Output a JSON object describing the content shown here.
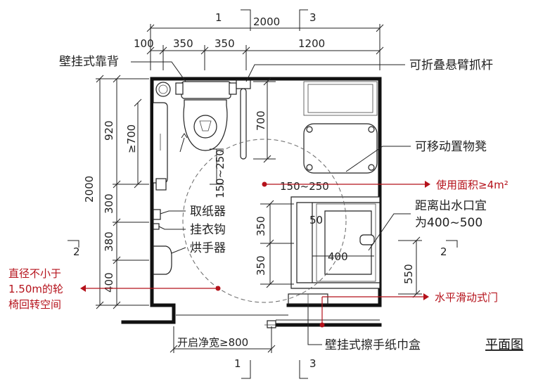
{
  "title": "平面图",
  "sections": {
    "s1": "1",
    "s2": "2",
    "s3": "3"
  },
  "dims_top": {
    "overall": "2000",
    "d100": "100",
    "d350a": "350",
    "d350b": "350",
    "d1200": "1200"
  },
  "dims_left": {
    "overall": "2000",
    "d920": "920",
    "d300": "300",
    "d380": "380",
    "d400": "400",
    "ge700": "≥700"
  },
  "dims_inner": {
    "d700": "700",
    "d150_250_v": "150~250",
    "d150_250_h": "150~250",
    "d350a": "350",
    "d350b": "350",
    "d50": "50",
    "d400": "400",
    "d550": "550"
  },
  "dims_bottom": {
    "door_width": "开启净宽≥800"
  },
  "labels": {
    "backrest": "壁挂式靠背",
    "grab_bar": "可折叠悬臂抓杆",
    "stool": "可移动置物凳",
    "paper_holder": "取纸器",
    "coat_hook": "挂衣钩",
    "hand_dryer": "烘手器",
    "outlet_line1": "距离出水口宜",
    "outlet_line2": "为400~500",
    "towel_box": "壁挂式擦手纸巾盒"
  },
  "annotations": {
    "area": "使用面积≥4m²",
    "turn_line1": "直径不小于",
    "turn_line2": "1.50m的轮",
    "turn_line3": "椅回转空间",
    "door": "水平滑动式门"
  },
  "colors": {
    "annotation": "#b5121b",
    "line": "#222222"
  }
}
